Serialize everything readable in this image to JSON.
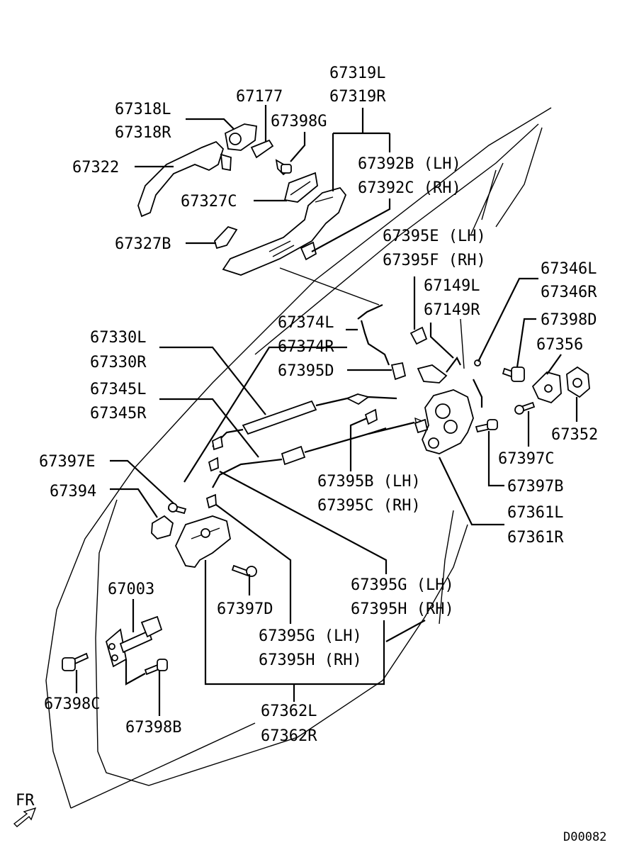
{
  "diagram_code": "D00082",
  "front_arrow": "FR",
  "labels": {
    "p67319L": "67319L",
    "p67319R": "67319R",
    "p67177": "67177",
    "p67318L": "67318L",
    "p67318R": "67318R",
    "p67398G": "67398G",
    "p67322": "67322",
    "p67392B": "67392B (LH)",
    "p67392C": "67392C (RH)",
    "p67327C": "67327C",
    "p67395E": "67395E (LH)",
    "p67395F": "67395F (RH)",
    "p67327B": "67327B",
    "p67346L": "67346L",
    "p67346R": "67346R",
    "p67149L": "67149L",
    "p67149R": "67149R",
    "p67398D": "67398D",
    "p67374L": "67374L",
    "p67374R": "67374R",
    "p67356": "67356",
    "p67330L": "67330L",
    "p67330R": "67330R",
    "p67395D": "67395D",
    "p67345L": "67345L",
    "p67345R": "67345R",
    "p67352": "67352",
    "p67397C": "67397C",
    "p67397E": "67397E",
    "p67395B": "67395B (LH)",
    "p67395C": "67395C (RH)",
    "p67397B": "67397B",
    "p67394": "67394",
    "p67361L": "67361L",
    "p67361R": "67361R",
    "p67003": "67003",
    "p67395G_1": "67395G (LH)",
    "p67395H_1": "67395H (RH)",
    "p67397D": "67397D",
    "p67395G_2": "67395G (LH)",
    "p67395H_2": "67395H (RH)",
    "p67398C": "67398C",
    "p67362L": "67362L",
    "p67398B": "67398B",
    "p67362R": "67362R"
  }
}
